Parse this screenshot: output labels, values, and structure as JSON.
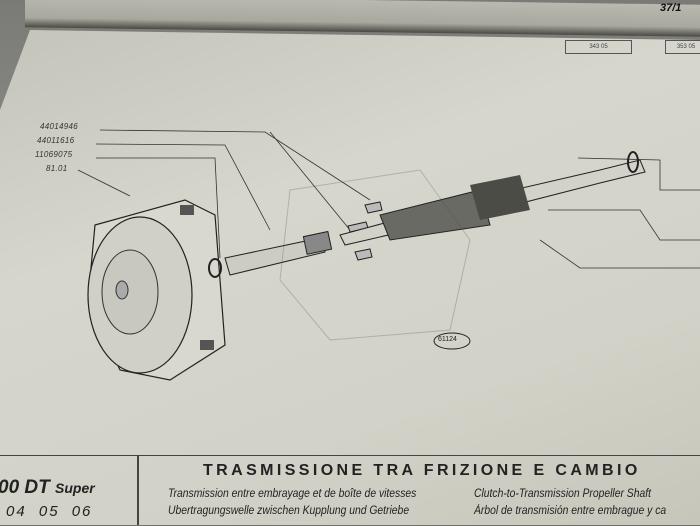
{
  "header": {
    "page_number": "37/1",
    "ref_left": "343 05",
    "ref_right": "353 05"
  },
  "callouts": [
    "44014946",
    "44011616",
    "11069075",
    "81.01"
  ],
  "figure_number": "61124",
  "footer": {
    "model": "00 DT",
    "model_suffix": "Super",
    "codes": "04 05 06",
    "title": "TRASMISSIONE TRA FRIZIONE E CAMBIO",
    "subtitle_fr": "Transmission entre embrayage et de boîte de vitesses",
    "subtitle_en": "Clutch-to-Transmission Propeller Shaft",
    "subtitle_de": "Übertragungswelle zwischen Kupplung und Getriebe",
    "subtitle_es": "Árbol de transmisión entre embrague y ca"
  }
}
